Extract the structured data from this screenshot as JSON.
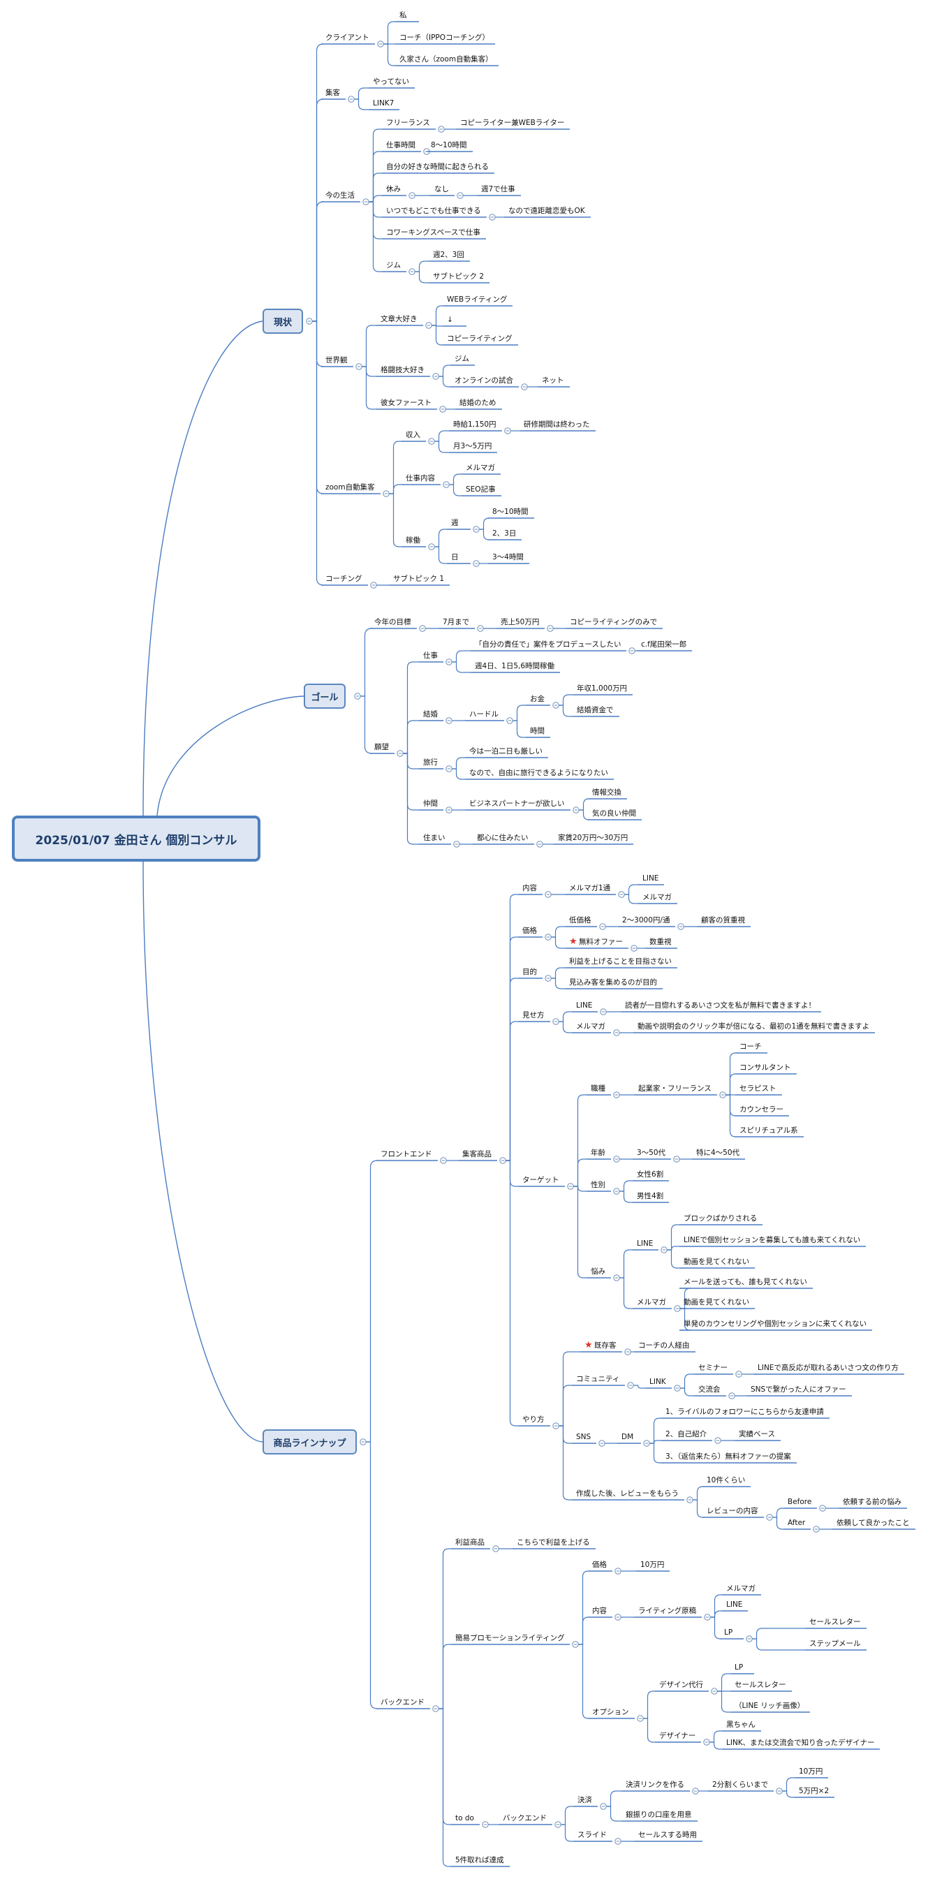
{
  "root": "2025/01/07 金田さん 個別コンサル",
  "branches": {
    "genjo": "現状",
    "goal": "ゴール",
    "lineup": "商品ラインナップ"
  },
  "nodes": [
    "クライアント",
    "私",
    "コーチ（IPPOコーチング）",
    "久家さん（zoom自動集客）",
    "集客",
    "やってない",
    "LINK7",
    "今の生活",
    "フリーランス",
    "コピーライター兼WEBライター",
    "仕事時間",
    "8〜10時間",
    "自分の好きな時間に起きられる",
    "休み",
    "なし",
    "週7で仕事",
    "いつでもどこでも仕事できる",
    "なので遠距離恋愛もOK",
    "コワーキングスペースで仕事",
    "ジム",
    "週2、3回",
    "サブトピック 2",
    "世界観",
    "文章大好き",
    "WEBライティング",
    "↓",
    "コピーライティング",
    "格闘技大好き",
    "ジム",
    "オンラインの試合",
    "ネット",
    "彼女ファースト",
    "結婚のため",
    "zoom自動集客",
    "収入",
    "時給1,150円",
    "研修期間は終わった",
    "月3〜5万円",
    "仕事内容",
    "メルマガ",
    "SEO記事",
    "稼働",
    "週",
    "8〜10時間",
    "2、3日",
    "日",
    "3〜4時間",
    "コーチング",
    "サブトピック 1",
    "今年の目標",
    "7月まで",
    "売上50万円",
    "コピーライティングのみで",
    "願望",
    "仕事",
    "「自分の責任で」案件をプロデュースしたい",
    "c.f尾田栄一郎",
    "週4日、1日5,6時間稼働",
    "結婚",
    "ハードル",
    "お金",
    "年収1,000万円",
    "結婚資金で",
    "時間",
    "旅行",
    "今は一泊二日も厳しい",
    "なので、自由に旅行できるようになりたい",
    "仲間",
    "ビジネスパートナーが欲しい",
    "情報交換",
    "気の良い仲間",
    "住まい",
    "都心に住みたい",
    "家賃20万円〜30万円",
    "フロントエンド",
    "集客商品",
    "内容",
    "メルマガ1通",
    "LINE",
    "メルマガ",
    "価格",
    "低価格",
    "2〜3000円/通",
    "顧客の質重視",
    "無料オファー",
    "数重視",
    "目的",
    "利益を上げることを目指さない",
    "見込み客を集めるのが目的",
    "見せ方",
    "LINE",
    "読者が一目惚れするあいさつ文を私が無料で書きますよ！",
    "メルマガ",
    "動画や説明会のクリック率が倍になる、最初の1通を無料で書きますよ",
    "ターゲット",
    "職種",
    "起業家・フリーランス",
    "コーチ",
    "コンサルタント",
    "セラピスト",
    "カウンセラー",
    "スピリチュアル系",
    "年齢",
    "3〜50代",
    "特に4〜50代",
    "性別",
    "女性6割",
    "男性4割",
    "悩み",
    "LINE",
    "ブロックばかりされる",
    "LINEで個別セッションを募集しても誰も来てくれない",
    "動画を見てくれない",
    "メルマガ",
    "メールを送っても、誰も見てくれない",
    "動画を見てくれない",
    "単発のカウンセリングや個別セッションに来てくれない",
    "やり方",
    "既存客",
    "コーチの人経由",
    "コミュニティ",
    "LINK",
    "セミナー",
    "LINEで高反応が取れるあいさつ文の作り方",
    "交流会",
    "SNSで繋がった人にオファー",
    "SNS",
    "DM",
    "1、ライバルのフォロワーにこちらから友達申請",
    "2、自己紹介",
    "実績ベース",
    "3、（返信来たら）無料オファーの提案",
    "作成した後、レビューをもらう",
    "10件くらい",
    "レビューの内容",
    "Before",
    "依頼する前の悩み",
    "After",
    "依頼して良かったこと",
    "バックエンド",
    "利益商品",
    "こちらで利益を上げる",
    "簡易プロモーションライティング",
    "価格",
    "10万円",
    "内容",
    "ライティング原稿",
    "LP",
    "セールスレター",
    "ステップメール",
    "メルマガ",
    "LINE",
    "オプション",
    "デザイン代行",
    "LP",
    "セールスレター",
    "（LINE リッチ画像）",
    "デザイナー",
    "黒ちゃん",
    "LINK、または交流会で知り合ったデザイナー",
    "to do",
    "バックエンド",
    "決済",
    "決済リンクを作る",
    "2分割くらいまで",
    "10万円",
    "5万円×2",
    "銀振りの口座を用意",
    "スライド",
    "セールスする時用",
    "5件取れば達成"
  ],
  "colors": {
    "line": "#4a7cc2",
    "underline": "#3f74c0",
    "box_fill": "#dde6f2",
    "box_border": "#5b86bf",
    "star": "#e0322d"
  },
  "icons": {
    "collapse": "minus-circle-icon",
    "star": "star-icon"
  }
}
